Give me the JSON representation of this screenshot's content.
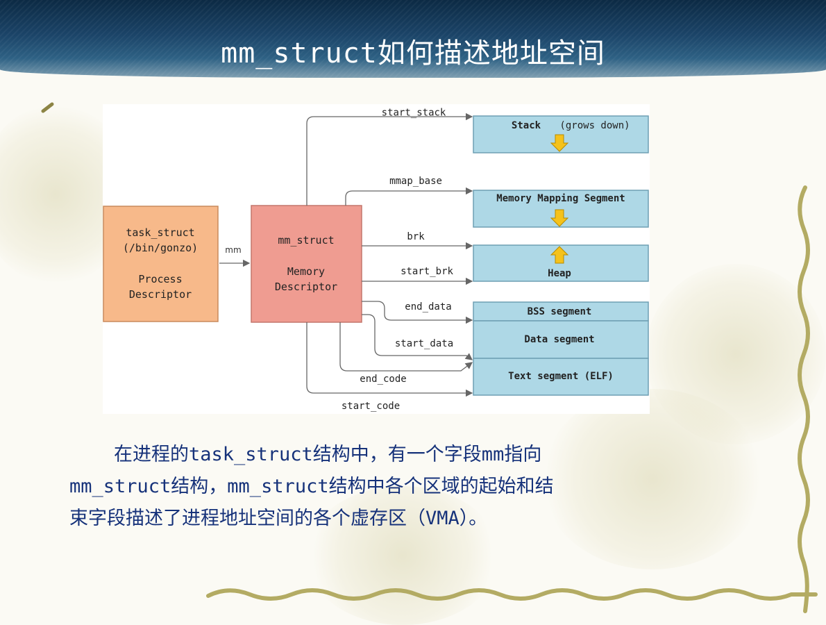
{
  "slide": {
    "title": "mm_struct如何描述地址空间",
    "caption_lines": [
      "在进程的task_struct结构中，有一个字段mm指向",
      "mm_struct结构，mm_struct结构中各个区域的起始和结",
      "束字段描述了进程地址空间的各个虚存区（VMA）。"
    ]
  },
  "diagram": {
    "task_box": {
      "line1": "task_struct",
      "line2": "(/bin/gonzo)",
      "line3": "Process",
      "line4": "Descriptor",
      "color": "#f7b98a"
    },
    "mm_link_label": "mm",
    "mm_box": {
      "line1": "mm_struct",
      "line2": "Memory",
      "line3": "Descriptor",
      "color": "#ef9c91"
    },
    "segments": {
      "stack": "Stack",
      "stack_note": "(grows down)",
      "mmap": "Memory Mapping Segment",
      "heap": "Heap",
      "bss": "BSS segment",
      "data": "Data segment",
      "text": "Text segment (ELF)",
      "color": "#aed8e6"
    },
    "pointers": {
      "start_stack": "start_stack",
      "mmap_base": "mmap_base",
      "brk": "brk",
      "start_brk": "start_brk",
      "end_data": "end_data",
      "start_data": "start_data",
      "end_code": "end_code",
      "start_code": "start_code"
    },
    "arrow_color": "#f5c21b"
  }
}
